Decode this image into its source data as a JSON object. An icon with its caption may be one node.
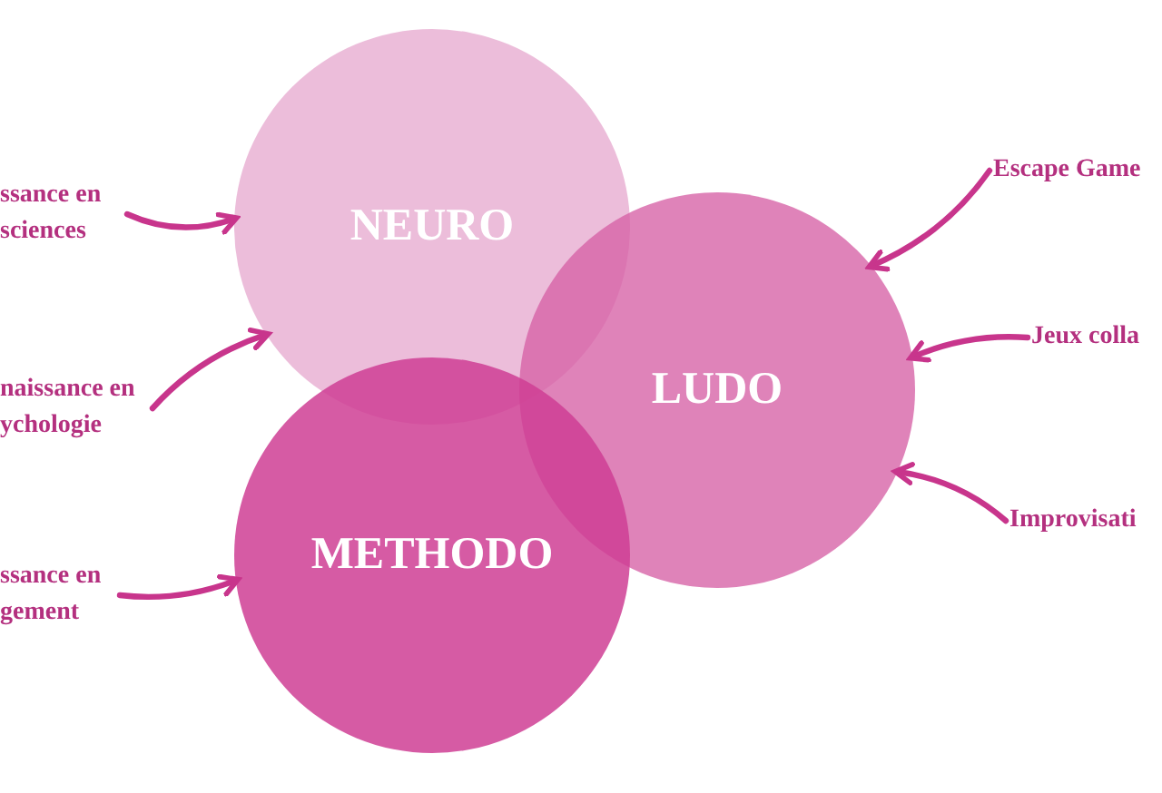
{
  "diagram": {
    "nodes": [
      {
        "text": [
          "NEURO"
        ]
      },
      {
        "text": [
          "LUDO"
        ]
      },
      {
        "text": [
          "METHODO"
        ]
      },
      {
        "text": [
          "ssance en sciences"
        ]
      },
      {
        "text": [
          "naissance en ychologie"
        ]
      },
      {
        "text": [
          "ssance en gement"
        ]
      },
      {
        "text": [
          "Escape Game"
        ]
      },
      {
        "text": [
          "Jeux colla"
        ]
      },
      {
        "text": [
          "Improvisati"
        ]
      }
    ],
    "edges": [
      {
        "from": 3,
        "to": 0,
        "arrow": "to"
      },
      {
        "from": 4,
        "to": 0,
        "arrow": "to"
      },
      {
        "from": 5,
        "to": 2,
        "arrow": "to"
      },
      {
        "from": 6,
        "to": 1,
        "arrow": "to"
      },
      {
        "from": 7,
        "to": 1,
        "arrow": "to"
      },
      {
        "from": 8,
        "to": 1,
        "arrow": "to"
      }
    ]
  }
}
